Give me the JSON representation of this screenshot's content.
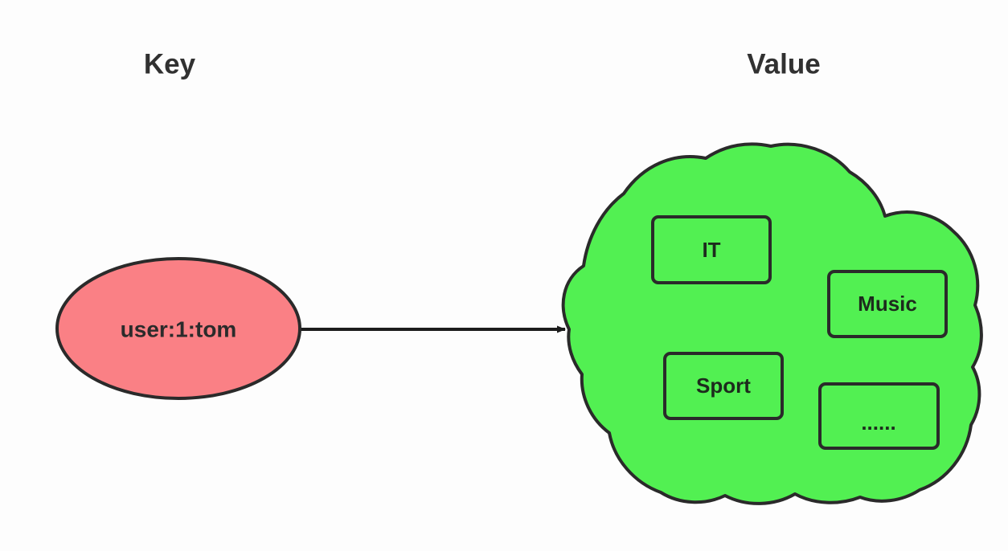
{
  "diagram": {
    "type": "key-value-mapping",
    "headings": {
      "left": "Key",
      "right": "Value"
    },
    "key_node": {
      "label": "user:1:tom",
      "shape": "ellipse",
      "fill": "#FA8085",
      "stroke": "#2A2A2A"
    },
    "connector": {
      "kind": "arrow",
      "direction": "left-to-right",
      "color": "#1C1C1C"
    },
    "value_node": {
      "shape": "cloud",
      "fill": "#52F052",
      "stroke": "#2A2A2A",
      "items": [
        {
          "label": "IT"
        },
        {
          "label": "Music"
        },
        {
          "label": "Sport"
        },
        {
          "label": "......"
        }
      ]
    }
  }
}
